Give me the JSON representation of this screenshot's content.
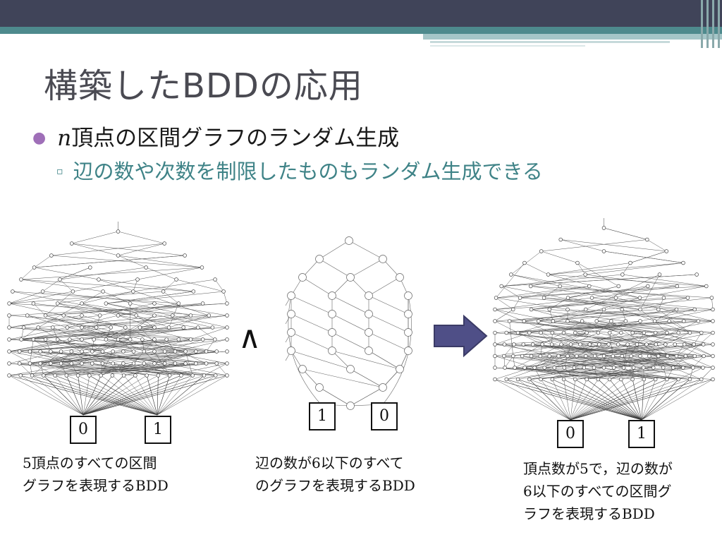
{
  "slide": {
    "title": "構築したBDDの応用",
    "bullet_level1_var": "n",
    "bullet_level1_text": "頂点の区間グラフのランダム生成",
    "bullet_level2_text": "辺の数や次数を制限したものもランダム生成できる"
  },
  "diagrams": {
    "and_symbol": "∧",
    "left": {
      "terminal_0": "0",
      "terminal_1": "1",
      "caption_line1": "5頂点のすべての区間",
      "caption_line2": "グラフを表現するBDD"
    },
    "middle": {
      "terminal_1": "1",
      "terminal_0": "0",
      "caption_line1": "辺の数が6以下のすべて",
      "caption_line2": "のグラフを表現するBDD"
    },
    "right": {
      "terminal_0": "0",
      "terminal_1": "1",
      "caption_line1": "頂点数が5で，辺の数が",
      "caption_line2": "6以下のすべての区間グ",
      "caption_line3": "ラフを表現するBDD"
    }
  },
  "colors": {
    "header_dark": "#404459",
    "header_teal": "#4e8a8d",
    "arrow_fill": "#4f4f87",
    "bullet_sub": "#3f8387",
    "bullet_dot": "#9f6fb8"
  }
}
